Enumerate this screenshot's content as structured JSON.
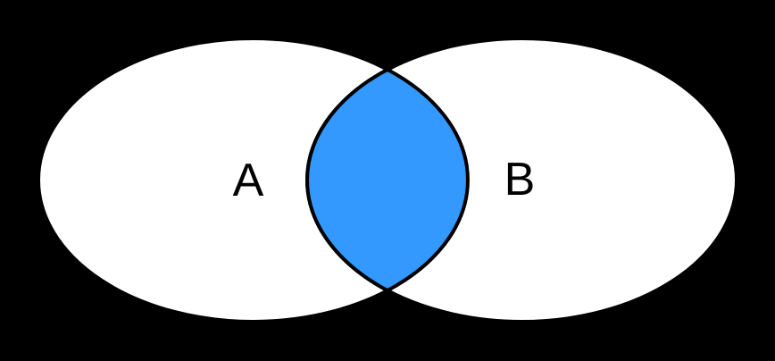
{
  "diagram": {
    "type": "venn",
    "highlighted_region": "A ∩ B",
    "sets": [
      {
        "label": "A"
      },
      {
        "label": "B"
      }
    ],
    "colors": {
      "background": "#000000",
      "set_fill": "#ffffff",
      "intersection_fill": "#3399ff",
      "outline": "#000000",
      "label_text": "#000000"
    }
  }
}
